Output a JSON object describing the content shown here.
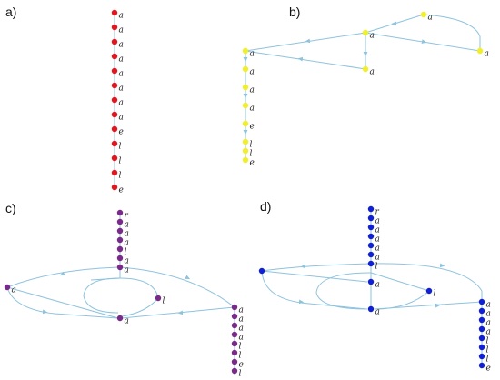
{
  "panels": [
    {
      "id": "a",
      "label": "a)",
      "color": "#e8141c",
      "nodes": [
        {
          "id": "a1",
          "label": "a"
        },
        {
          "id": "a2",
          "label": "a"
        },
        {
          "id": "a3",
          "label": "a"
        },
        {
          "id": "a4",
          "label": "a"
        },
        {
          "id": "a5",
          "label": "a"
        },
        {
          "id": "a6",
          "label": "a"
        },
        {
          "id": "a7",
          "label": "a"
        },
        {
          "id": "a8",
          "label": "a"
        },
        {
          "id": "a9",
          "label": "e"
        },
        {
          "id": "a10",
          "label": "l"
        },
        {
          "id": "a11",
          "label": "l"
        },
        {
          "id": "a12",
          "label": "l"
        },
        {
          "id": "a13",
          "label": "e"
        }
      ]
    },
    {
      "id": "b",
      "label": "b)",
      "color": "#f2ef2a",
      "nodes": [
        {
          "id": "b_top",
          "label": "a"
        },
        {
          "id": "b_mid",
          "label": "a"
        },
        {
          "id": "b_right",
          "label": "a"
        },
        {
          "id": "b_low",
          "label": "a"
        },
        {
          "id": "b_c1",
          "label": "a"
        },
        {
          "id": "b_c2",
          "label": "a"
        },
        {
          "id": "b_c3",
          "label": "a"
        },
        {
          "id": "b_c4",
          "label": "a"
        },
        {
          "id": "b_c5",
          "label": "e"
        },
        {
          "id": "b_c6",
          "label": "l"
        },
        {
          "id": "b_c7",
          "label": "l"
        },
        {
          "id": "b_c8",
          "label": "e"
        }
      ]
    },
    {
      "id": "c",
      "label": "c)",
      "color": "#7b2a8c",
      "nodes": [
        {
          "id": "c_t1",
          "label": "r"
        },
        {
          "id": "c_t2",
          "label": "a"
        },
        {
          "id": "c_t3",
          "label": "a"
        },
        {
          "id": "c_t4",
          "label": "a"
        },
        {
          "id": "c_t5",
          "label": "l"
        },
        {
          "id": "c_t6",
          "label": "a"
        },
        {
          "id": "c_t7",
          "label": "a"
        },
        {
          "id": "c_left",
          "label": "a"
        },
        {
          "id": "c_midr",
          "label": "l"
        },
        {
          "id": "c_bot",
          "label": "a"
        },
        {
          "id": "c_r1",
          "label": "a"
        },
        {
          "id": "c_r2",
          "label": "a"
        },
        {
          "id": "c_r3",
          "label": "a"
        },
        {
          "id": "c_r4",
          "label": "a"
        },
        {
          "id": "c_r5",
          "label": "l"
        },
        {
          "id": "c_r6",
          "label": "l"
        },
        {
          "id": "c_r7",
          "label": "e"
        },
        {
          "id": "c_r8",
          "label": "l"
        }
      ]
    },
    {
      "id": "d",
      "label": "d)",
      "color": "#1020d8",
      "nodes": [
        {
          "id": "d_t1",
          "label": "r"
        },
        {
          "id": "d_t2",
          "label": "a"
        },
        {
          "id": "d_t3",
          "label": "a"
        },
        {
          "id": "d_t4",
          "label": "a"
        },
        {
          "id": "d_t5",
          "label": "a"
        },
        {
          "id": "d_t6",
          "label": "a"
        },
        {
          "id": "d_t7",
          "label": "l"
        },
        {
          "id": "d_left",
          "label": ""
        },
        {
          "id": "d_mid",
          "label": "a"
        },
        {
          "id": "d_right",
          "label": "l"
        },
        {
          "id": "d_bot",
          "label": "a"
        },
        {
          "id": "d_r1",
          "label": "a"
        },
        {
          "id": "d_r2",
          "label": "a"
        },
        {
          "id": "d_r3",
          "label": "a"
        },
        {
          "id": "d_r4",
          "label": "a"
        },
        {
          "id": "d_r5",
          "label": "l"
        },
        {
          "id": "d_r6",
          "label": "l"
        },
        {
          "id": "d_r7",
          "label": "l"
        },
        {
          "id": "d_r8",
          "label": "e"
        }
      ]
    }
  ]
}
